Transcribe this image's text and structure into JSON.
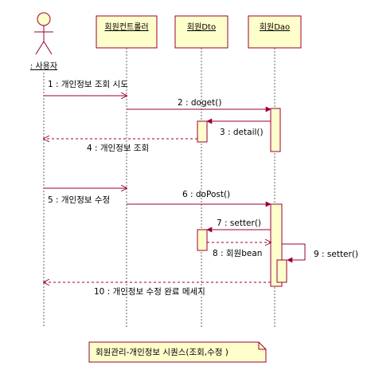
{
  "actor": {
    "name": ": 사용자"
  },
  "objects": [
    {
      "name": "회원컨트롤러"
    },
    {
      "name": "회원Dto"
    },
    {
      "name": "회원Dao"
    }
  ],
  "messages": [
    {
      "label": "1 : 개인정보 조회 시도"
    },
    {
      "label": "2 : doget()"
    },
    {
      "label": "3 : detail()"
    },
    {
      "label": "4 : 개인정보 조회"
    },
    {
      "label": "5 : 개인정보 수정"
    },
    {
      "label": "6 : doPost()"
    },
    {
      "label": "7 : setter()"
    },
    {
      "label": "8 : 회원bean"
    },
    {
      "label": "9 : setter()"
    },
    {
      "label": "10 : 개인정보 수정 완료 메세지"
    }
  ],
  "note": {
    "text": "회원관리-개인정보 시퀀스(조회,수정 )"
  },
  "colors": {
    "box_fill": "#ffffcc",
    "activation_fill": "#ffffcc",
    "message_line": "#990033",
    "outline": "#990033",
    "lifeline": "#666666"
  }
}
